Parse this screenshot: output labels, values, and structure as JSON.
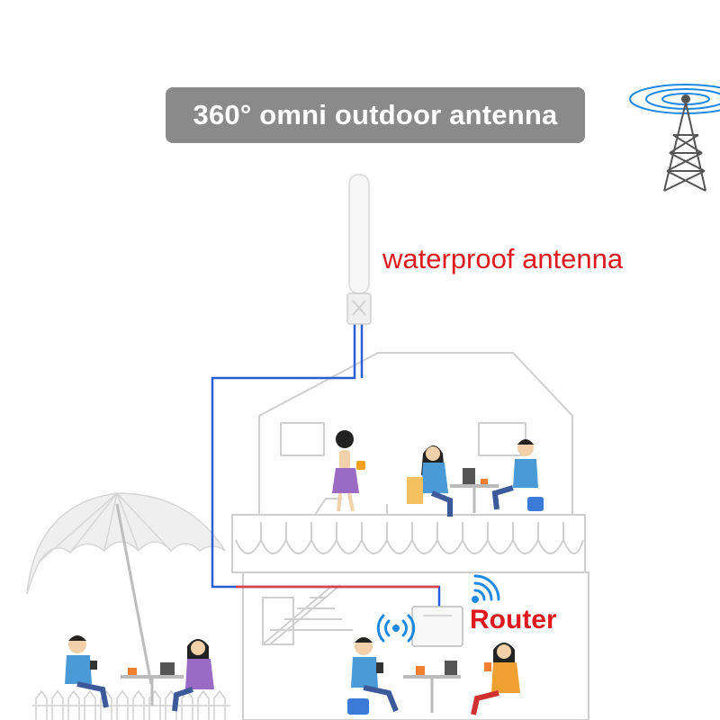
{
  "title": "360° omni outdoor antenna",
  "labels": {
    "antenna": "waterproof antenna",
    "router": "Router"
  },
  "colors": {
    "title_bg": "#8a8a8a",
    "label_red": "#e0191e",
    "cable_blue": "#2a5ed8",
    "cable_red": "#e04040",
    "wifi_blue": "#1e88e5",
    "building_line": "#cfcfcf",
    "antenna_white": "#f6f6f6"
  },
  "icons": [
    "cell-tower-icon",
    "wifi-signal-icon",
    "router-icon",
    "umbrella-icon"
  ]
}
